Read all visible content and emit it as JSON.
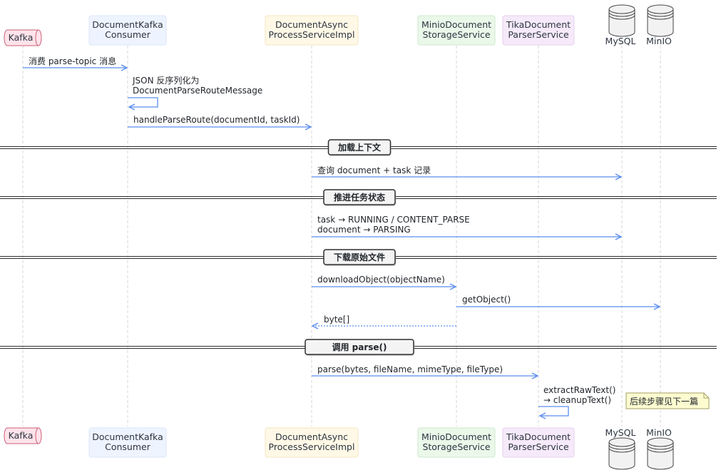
{
  "participants": [
    {
      "id": "kafka",
      "lines": [
        "Kafka"
      ],
      "shape": "queue",
      "fill": "#ffe3ea",
      "stroke": "#c9607a"
    },
    {
      "id": "consumer",
      "lines": [
        "DocumentKafka",
        "Consumer"
      ],
      "shape": "box",
      "fill": "#eef4ff",
      "stroke": "#dbe6fa"
    },
    {
      "id": "async",
      "lines": [
        "DocumentAsync",
        "ProcessServiceImpl"
      ],
      "shape": "box",
      "fill": "#fff8e6",
      "stroke": "#f3e6c2"
    },
    {
      "id": "minio_svc",
      "lines": [
        "MinioDocument",
        "StorageService"
      ],
      "shape": "box",
      "fill": "#eaf8ea",
      "stroke": "#cfe9cf"
    },
    {
      "id": "tika",
      "lines": [
        "TikaDocument",
        "ParserService"
      ],
      "shape": "box",
      "fill": "#f6eafa",
      "stroke": "#e6d0ef"
    },
    {
      "id": "mysql",
      "lines": [
        "MySQL"
      ],
      "shape": "database",
      "fill": "#f2f2f2",
      "stroke": "#444444"
    },
    {
      "id": "minio",
      "lines": [
        "MinIO"
      ],
      "shape": "database",
      "fill": "#f2f2f2",
      "stroke": "#444444"
    }
  ],
  "sequence": [
    {
      "kind": "message",
      "from": "kafka",
      "to": "consumer",
      "lines": [
        "消费 parse-topic 消息"
      ],
      "style": "solid"
    },
    {
      "kind": "self",
      "at": "consumer",
      "lines": [
        "JSON 反序列化为",
        "DocumentParseRouteMessage"
      ]
    },
    {
      "kind": "message",
      "from": "consumer",
      "to": "async",
      "lines": [
        "handleParseRoute(documentId, taskId)"
      ],
      "style": "solid"
    },
    {
      "kind": "divider",
      "label": "加载上下文"
    },
    {
      "kind": "message",
      "from": "async",
      "to": "mysql",
      "lines": [
        "查询 document + task 记录"
      ],
      "style": "solid"
    },
    {
      "kind": "divider",
      "label": "推进任务状态"
    },
    {
      "kind": "message",
      "from": "async",
      "to": "mysql",
      "lines": [
        "task → RUNNING / CONTENT_PARSE",
        "document → PARSING"
      ],
      "style": "solid"
    },
    {
      "kind": "divider",
      "label": "下载原始文件"
    },
    {
      "kind": "message",
      "from": "async",
      "to": "minio_svc",
      "lines": [
        "downloadObject(objectName)"
      ],
      "style": "solid"
    },
    {
      "kind": "message",
      "from": "minio_svc",
      "to": "minio",
      "lines": [
        "getObject()"
      ],
      "style": "solid"
    },
    {
      "kind": "message",
      "from": "minio_svc",
      "to": "async",
      "lines": [
        "byte[]"
      ],
      "style": "dashed"
    },
    {
      "kind": "divider",
      "label": "调用 parse()"
    },
    {
      "kind": "message",
      "from": "async",
      "to": "tika",
      "lines": [
        "parse(bytes, fileName, mimeType, fileType)"
      ],
      "style": "solid"
    },
    {
      "kind": "self",
      "at": "tika",
      "lines": [
        "extractRawText()",
        "→ cleanupText()"
      ]
    }
  ],
  "note": {
    "text": "后续步骤见下一篇",
    "fill": "#fdfbd0",
    "stroke": "#a3a062"
  },
  "colors": {
    "arrow": "#5b8def",
    "lifeline": "#d6d6d6",
    "divider": "#2f2f2f"
  }
}
